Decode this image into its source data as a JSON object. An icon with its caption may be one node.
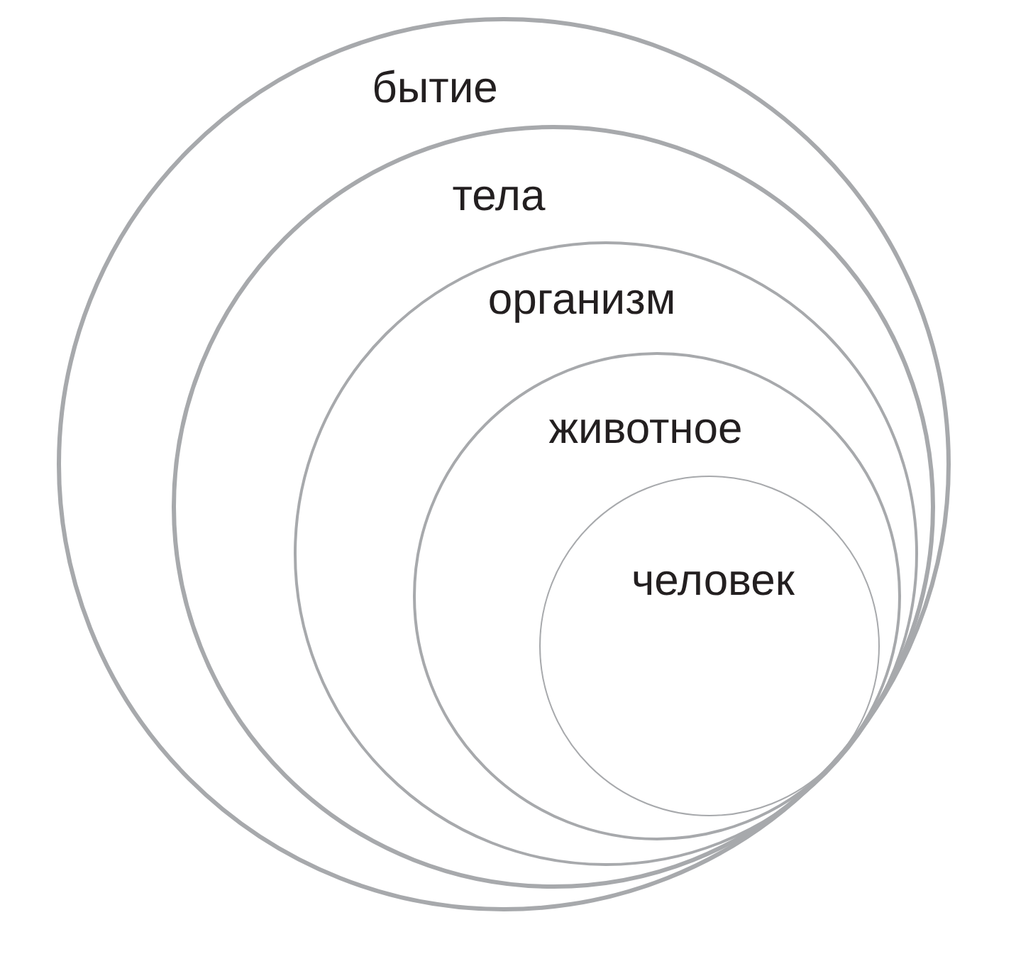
{
  "diagram": {
    "nodes": [
      {
        "text": [
          "бытие"
        ]
      },
      {
        "text": [
          "тела"
        ],
        "in": 0
      },
      {
        "text": [
          "организм"
        ],
        "in": 1
      },
      {
        "text": [
          "животное"
        ],
        "in": 2
      },
      {
        "text": [
          "человек"
        ],
        "in": 3
      }
    ]
  }
}
